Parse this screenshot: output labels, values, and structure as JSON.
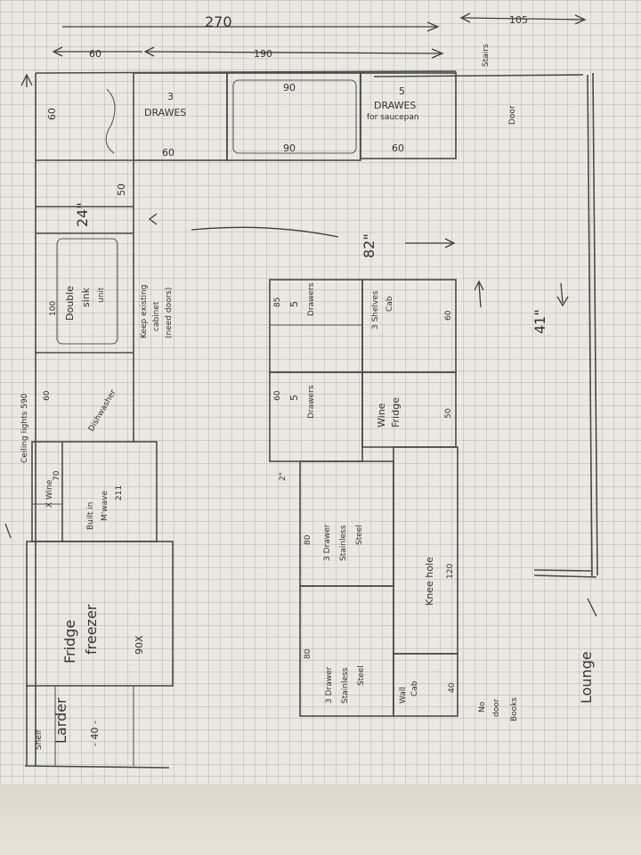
{
  "dimensions": {
    "top_total": "270",
    "top_inner": "190",
    "top_left": "60",
    "top_right": "105",
    "right_height": "41\"",
    "center_height": "82\"",
    "sink_gap": "24\""
  },
  "back_wall": {
    "drawers_left": {
      "line1": "3",
      "line2": "DRAWES",
      "width": "60"
    },
    "hob": {
      "top": "90",
      "bottom": "90"
    },
    "drawers_right": {
      "line1": "5",
      "line2": "DRAWES",
      "line3": "for saucepan",
      "width": "60"
    },
    "corner_depth": "60",
    "stairs": "Stairs",
    "door": "Door"
  },
  "left_wall": {
    "small_unit": "50",
    "sink": {
      "width": "100",
      "line1": "Double",
      "line2": "sink",
      "line3": "unit"
    },
    "note": {
      "line1": "Keep existing",
      "line2": "cabinet",
      "line3": "(need doors)"
    },
    "dishwasher": {
      "width": "60",
      "label": "Dishwasher"
    },
    "wine_rack": {
      "label": "X Wine",
      "width": "70"
    },
    "microwave": {
      "line1": "Built in",
      "line2": "M'wave",
      "line3": "211"
    },
    "fridge": {
      "line1": "Fridge",
      "line2": "freezer",
      "width": "90X"
    },
    "larder": "Larder",
    "shelf": "Shelf",
    "larder_width": "- 40 -",
    "ceiling": "Ceiling lights 590"
  },
  "island": {
    "upper_left": {
      "width": "60",
      "line1": "5",
      "line2": "Drawers"
    },
    "upper_mid": {
      "width": "85",
      "line1": "5",
      "line2": "Drawers"
    },
    "upper_right": {
      "width": "60",
      "line1": "3 Shelves",
      "line2": "Cab"
    },
    "wine_fridge": {
      "width": "50",
      "line1": "Wine",
      "line2": "Fridge"
    },
    "steel_upper": {
      "width": "80",
      "line1": "3 Drawer",
      "line2": "Stainless",
      "line3": "Steel"
    },
    "steel_lower": {
      "width": "80",
      "line1": "3 Drawer",
      "line2": "Stainless",
      "line3": "Steel"
    },
    "knee_hole": {
      "label": "Knee hole",
      "width": "120"
    },
    "wall_cab": {
      "line1": "Wall",
      "line2": "Cab",
      "width": "40"
    },
    "books": {
      "line1": "No",
      "line2": "door",
      "line3": "Books"
    },
    "offset": "2\""
  },
  "lounge": "Lounge"
}
